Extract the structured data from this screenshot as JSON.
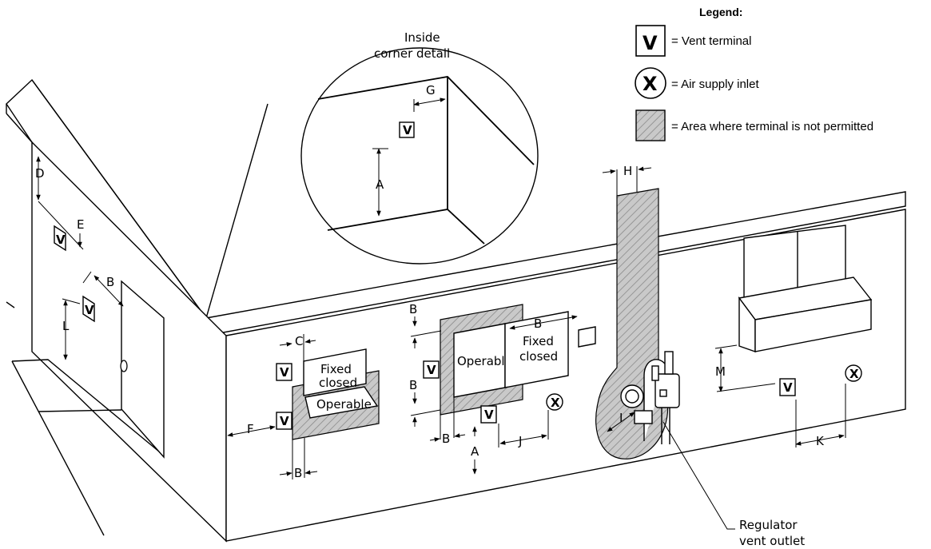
{
  "legend": {
    "title": "Legend:",
    "vent_symbol": "V",
    "vent_label": "= Vent terminal",
    "air_symbol": "X",
    "air_label": "= Air supply inlet",
    "area_label": "= Area where terminal is not permitted"
  },
  "inset": {
    "title_line1": "Inside",
    "title_line2": "corner detail",
    "dim_g": "G",
    "dim_a": "A",
    "vent": "V"
  },
  "dimensions": {
    "a": "A",
    "b": "B",
    "c": "C",
    "d": "D",
    "e": "E",
    "f": "F",
    "h": "H",
    "i": "I",
    "j": "J",
    "k": "K",
    "l": "L",
    "m": "M"
  },
  "windows": {
    "fixed_closed_line1": "Fixed",
    "fixed_closed_line2": "closed",
    "operable": "Operable"
  },
  "symbols": {
    "vent": "V",
    "air": "X"
  },
  "regulator": {
    "line1": "Regulator",
    "line2": "vent outlet"
  },
  "colors": {
    "line": "#000000",
    "hatch_fill": "#c8c8c8",
    "background": "#ffffff"
  }
}
